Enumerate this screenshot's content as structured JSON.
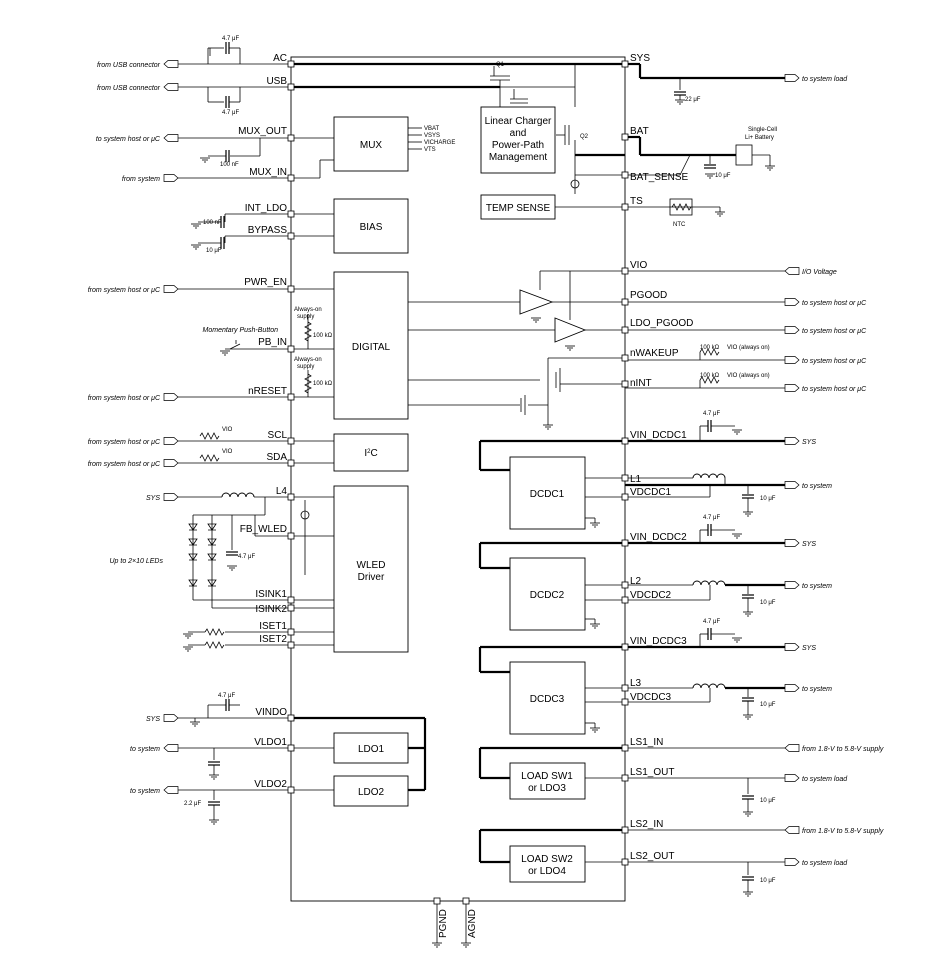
{
  "chip": {
    "left_pins": [
      "AC",
      "USB",
      "MUX_OUT",
      "MUX_IN",
      "INT_LDO",
      "BYPASS",
      "PWR_EN",
      "PB_IN",
      "nRESET",
      "SCL",
      "SDA",
      "L4",
      "FB_WLED",
      "ISINK1",
      "ISINK2",
      "ISET1",
      "ISET2",
      "VINDO",
      "VLDO1",
      "VLDO2"
    ],
    "right_pins": [
      "SYS",
      "BAT",
      "BAT_SENSE",
      "TS",
      "VIO",
      "PGOOD",
      "LDO_PGOOD",
      "nWAKEUP",
      "nINT",
      "VIN_DCDC1",
      "L1",
      "VDCDC1",
      "VIN_DCDC2",
      "L2",
      "VDCDC2",
      "VIN_DCDC3",
      "L3",
      "VDCDC3",
      "LS1_IN",
      "LS1_OUT",
      "LS2_IN",
      "LS2_OUT"
    ],
    "bottom_pins": [
      "PGND",
      "AGND"
    ]
  },
  "blocks": {
    "mux": "MUX",
    "charger": [
      "Linear Charger",
      "and",
      "Power-Path",
      "Management"
    ],
    "temp": "TEMP SENSE",
    "bias": "BIAS",
    "digital": "DIGITAL",
    "i2c_pre": "I",
    "i2c_sup": "2",
    "i2c_post": "C",
    "wled": [
      "WLED",
      "Driver"
    ],
    "dcdc1": "DCDC1",
    "dcdc2": "DCDC2",
    "dcdc3": "DCDC3",
    "ldo1": "LDO1",
    "ldo2": "LDO2",
    "ls1": [
      "LOAD SW1",
      "or LDO3"
    ],
    "ls2": [
      "LOAD SW2",
      "or LDO4"
    ]
  },
  "mux_inputs": [
    "VBAT",
    "VSYS",
    "VICHARGE",
    "VTS"
  ],
  "left_labels": {
    "ac": "from USB connector",
    "usb": "from USB connector",
    "mux_out": "to system host or μC",
    "mux_in": "from system",
    "pwr_en": "from system host or μC",
    "pb": "Momentary Push-Button",
    "nreset": "from system host or μC",
    "scl": "from system host or μC",
    "sda": "from system host or μC",
    "sys_wled": "SYS",
    "leds": "Up to 2×10 LEDs",
    "sys_vindo": "SYS",
    "vldo1": "to system",
    "vldo2": "to system"
  },
  "right_labels": {
    "sys": "to system load",
    "vio": "I/O Voltage",
    "pgood": "to system host or μC",
    "ldo_pgood": "to system host or μC",
    "nwakeup": "to system host or μC",
    "nint": "to system host or μC",
    "vin1": "SYS",
    "vdcdc1": "to system",
    "vin2": "SYS",
    "vdcdc2": "to system",
    "vin3": "SYS",
    "vdcdc3": "to system",
    "ls1_in": "from 1.8-V to 5.8-V supply",
    "ls1_out": "to system load",
    "ls2_in": "from 1.8-V to 5.8-V supply",
    "ls2_out": "to system load"
  },
  "component_labels": {
    "c_ac": "4.7 μF",
    "c_usb": "4.7 μF",
    "c_mux": "100 nF",
    "c_intldo": "100 nF",
    "c_bypass": "10 μF",
    "c_sys": "22 μF",
    "c_bat": "10 μF",
    "battery": [
      "Single-Cell",
      "Li+ Battery"
    ],
    "ntc": "NTC",
    "q1": "Q1",
    "q2": "Q2",
    "always_on_1": [
      "Always-on",
      "supply"
    ],
    "always_on_2": [
      "Always-on",
      "supply"
    ],
    "r_pb": "100 kΩ",
    "r_nreset": "100 kΩ",
    "vio_scl": "VIO",
    "vio_sda": "VIO",
    "r_nwakeup": "100 kΩ",
    "vio_nwakeup": "VIO (always on)",
    "r_nint": "100 kΩ",
    "vio_nint": "VIO (always on)",
    "c_wled": "4.7 μF",
    "c_vin1": "4.7 μF",
    "c_out1": "10 μF",
    "c_vin2": "4.7 μF",
    "c_out2": "10 μF",
    "c_vin3": "4.7 μF",
    "c_out3": "10 μF",
    "c_vindo": "4.7 μF",
    "c_vldo2": "2.2 μF",
    "c_ls1": "10 μF",
    "c_ls2": "10 μF"
  }
}
